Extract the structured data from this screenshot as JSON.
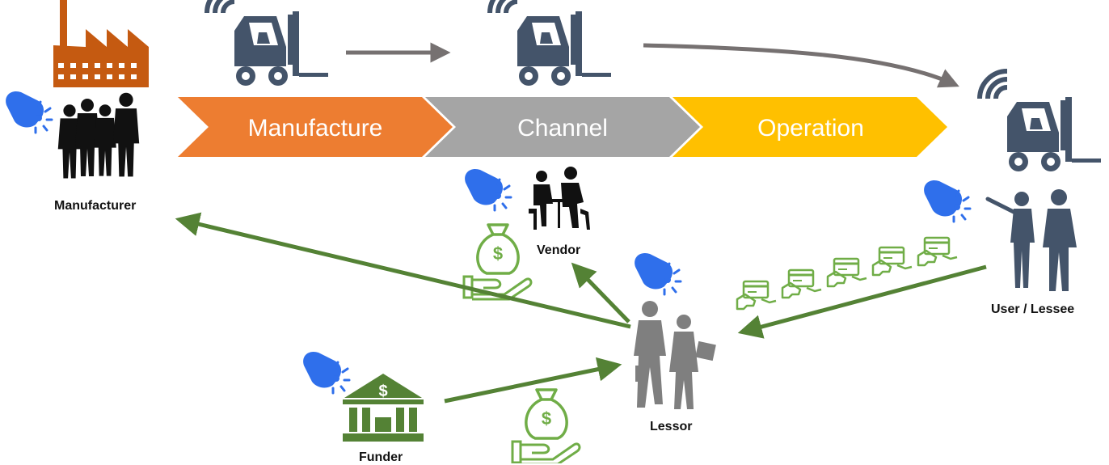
{
  "stages": [
    {
      "label": "Manufacture",
      "color": "#ED7D31"
    },
    {
      "label": "Channel",
      "color": "#A5A5A5"
    },
    {
      "label": "Operation",
      "color": "#FFC000"
    }
  ],
  "actors": {
    "manufacturer": "Manufacturer",
    "vendor": "Vendor",
    "lessee": "User / Lessee",
    "lessor": "Lessor",
    "funder": "Funder"
  },
  "colors": {
    "flow_arrow": "#548235",
    "process_arrow": "#767171",
    "forklift": "#44546A",
    "factory": "#C55A11",
    "touch": "#2F6FEB",
    "money": "#70AD47"
  },
  "icons": [
    "factory-icon",
    "forklift-icon",
    "touch-icon",
    "people-silhouette-icon",
    "money-bag-icon",
    "credit-card-icon",
    "bank-icon"
  ]
}
